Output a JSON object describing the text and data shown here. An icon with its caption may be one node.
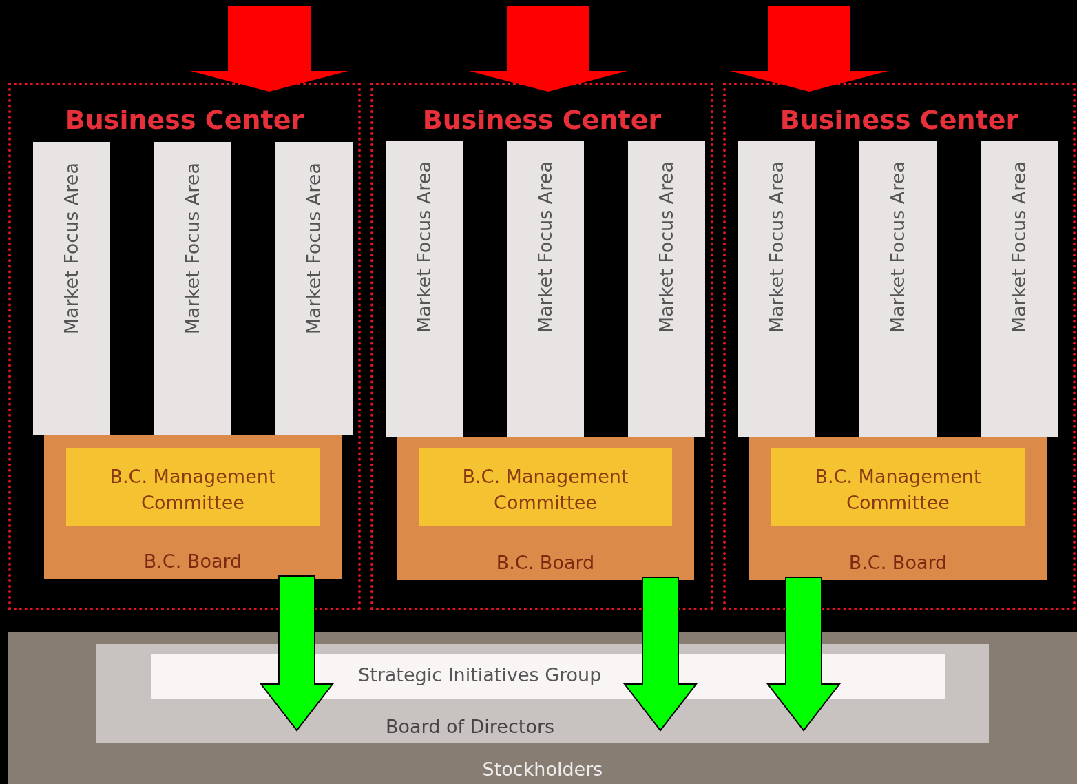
{
  "diagram": {
    "nodes": [
      {
        "text": [
          "Business Center"
        ]
      },
      {
        "text": [
          "Market Focus Area"
        ],
        "in": 0
      },
      {
        "text": [
          "Market Focus Area"
        ],
        "in": 0
      },
      {
        "text": [
          "Market Focus Area"
        ],
        "in": 0
      },
      {
        "text": [
          "B.C. Board"
        ],
        "in": 0
      },
      {
        "text": [
          "B.C. Management Committee"
        ],
        "in": 4
      },
      {
        "text": [
          "Business Center"
        ]
      },
      {
        "text": [
          "Market Focus Area"
        ],
        "in": 6
      },
      {
        "text": [
          "Market Focus Area"
        ],
        "in": 6
      },
      {
        "text": [
          "Market Focus Area"
        ],
        "in": 6
      },
      {
        "text": [
          "B.C. Board"
        ],
        "in": 6
      },
      {
        "text": [
          "B.C. Management Committee"
        ],
        "in": 10
      },
      {
        "text": [
          "Business Center"
        ]
      },
      {
        "text": [
          "Market Focus Area"
        ],
        "in": 12
      },
      {
        "text": [
          "Market Focus Area"
        ],
        "in": 12
      },
      {
        "text": [
          "Market Focus Area"
        ],
        "in": 12
      },
      {
        "text": [
          "B.C. Board"
        ],
        "in": 12
      },
      {
        "text": [
          "B.C. Management Committee"
        ],
        "in": 16
      },
      {
        "text": [
          "Stockholders"
        ]
      },
      {
        "text": [
          "Board of Directors"
        ],
        "in": 18
      },
      {
        "text": [
          "Strategic Initiatives Group"
        ],
        "in": 19
      }
    ],
    "edges": [
      {
        "from": null,
        "to": 0,
        "arrow": "to",
        "color": "#ff0000"
      },
      {
        "from": null,
        "to": 6,
        "arrow": "to",
        "color": "#ff0000"
      },
      {
        "from": null,
        "to": 12,
        "arrow": "to",
        "color": "#ff0000"
      },
      {
        "from": 4,
        "to": 19,
        "arrow": "to"
      },
      {
        "from": 10,
        "to": 19,
        "arrow": "to"
      },
      {
        "from": 16,
        "to": 19,
        "arrow": "to"
      }
    ]
  }
}
